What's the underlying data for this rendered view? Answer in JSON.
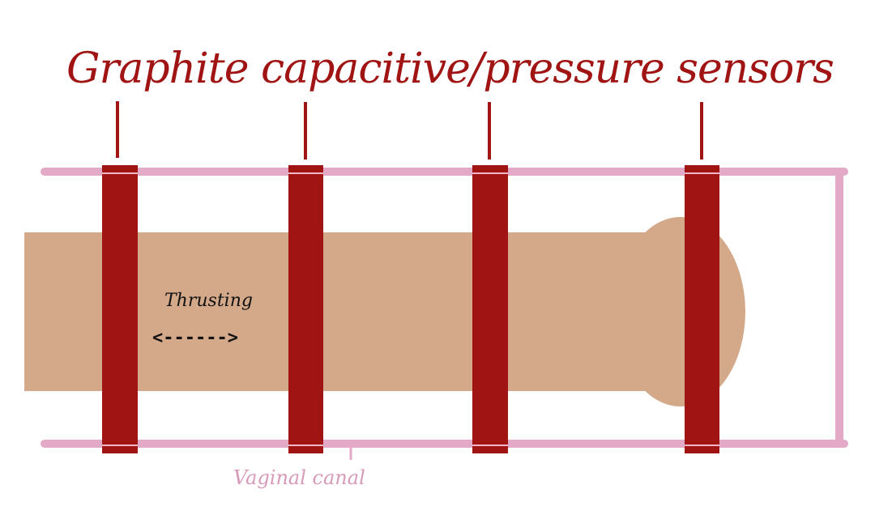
{
  "title": "Graphite capacitive/pressure sensors",
  "labels": {
    "thrusting": "Thrusting",
    "arrow": "<------>",
    "canal": "Vaginal canal"
  },
  "sensor_count": 4,
  "colors": {
    "sensor": "#a01414",
    "title": "#a01414",
    "canal_tube": "#e3a9c6",
    "canal_label": "#d79ab8",
    "body": "#d4a98a",
    "text": "#111111",
    "background": "#ffffff"
  }
}
